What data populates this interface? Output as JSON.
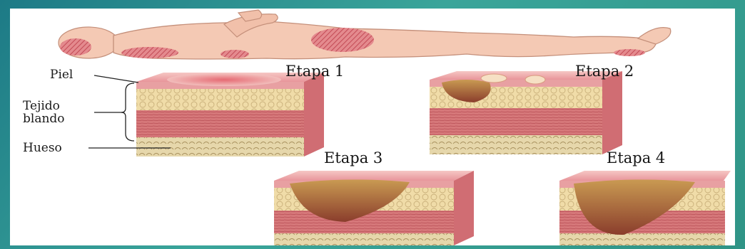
{
  "labels": {
    "skin": "Piel",
    "soft_tissue_line1": "Tejido",
    "soft_tissue_line2": "blando",
    "bone": "Hueso"
  },
  "stages": [
    "Etapa 1",
    "Etapa 2",
    "Etapa 3",
    "Etapa 4"
  ],
  "colors": {
    "frame_bg": "#1d7a86",
    "skin": "#f4c9b4",
    "pressure_zone": "#d6606a",
    "epidermis": "#e8a5a5",
    "fat": "#eed8a0",
    "muscle": "#cf6b6e",
    "bone": "#e3d2a2",
    "wound": "#9a4a2c"
  }
}
